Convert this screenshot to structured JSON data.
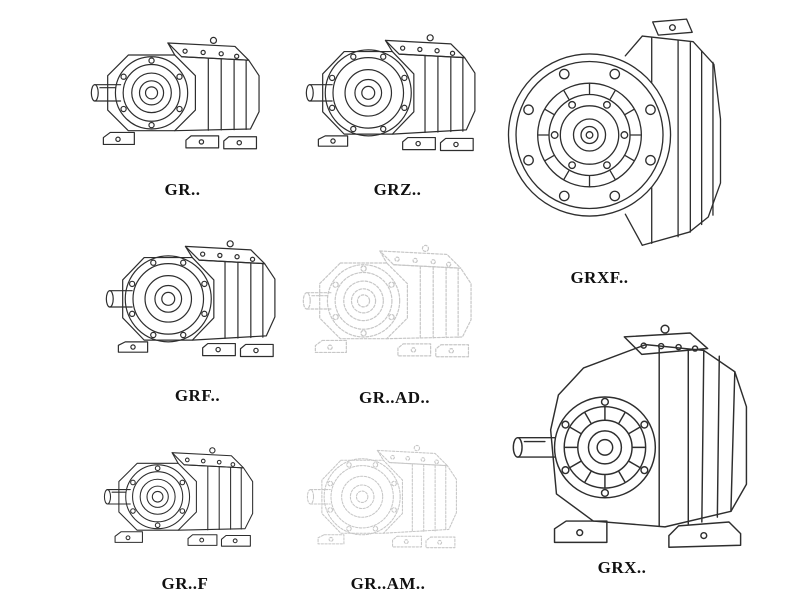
{
  "page": {
    "background": "#ffffff",
    "stroke_color": "#2e2e2e",
    "faded_stroke_color": "#c7c7c7",
    "label_color": "#111111"
  },
  "figures": [
    {
      "id": "gr",
      "label": "GR..",
      "variant": "iso-basic",
      "faded": false
    },
    {
      "id": "grz",
      "label": "GRZ..",
      "variant": "iso-flange",
      "faded": false
    },
    {
      "id": "grxf",
      "label": "GRXF..",
      "variant": "front-flange",
      "faded": false
    },
    {
      "id": "grf",
      "label": "GRF..",
      "variant": "iso-flange",
      "faded": false
    },
    {
      "id": "gr-ad",
      "label": "GR..AD..",
      "variant": "iso-basic",
      "faded": true
    },
    {
      "id": "grx",
      "label": "GRX..",
      "variant": "iso-large",
      "faded": false
    },
    {
      "id": "gr-f",
      "label": "GR..F",
      "variant": "iso-basic",
      "faded": false
    },
    {
      "id": "gr-am",
      "label": "GR..AM..",
      "variant": "iso-flange",
      "faded": true
    }
  ]
}
